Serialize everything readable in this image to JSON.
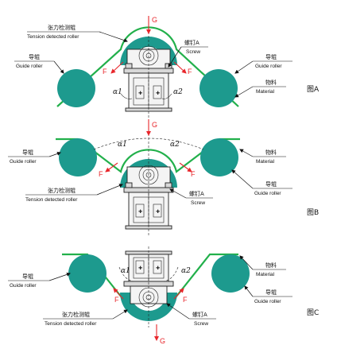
{
  "labels": {
    "tension_roller_cn": "张力检测辊",
    "tension_roller_en": "Tension detected roller",
    "guide_roller_cn": "导辊",
    "guide_roller_en": "Guide roller",
    "material_cn": "物料",
    "material_en": "Material",
    "screw_cn": "螺钉A",
    "screw_en": "Screw",
    "force": "F",
    "gravity": "G",
    "alpha1": "α1",
    "alpha2": "α2"
  },
  "figures": [
    "图A",
    "图B",
    "图C"
  ],
  "colors": {
    "roller": "#1d9a8e",
    "web": "#22b04b",
    "force_arrow": "#e8262b",
    "frame": "#f4f4f4"
  }
}
